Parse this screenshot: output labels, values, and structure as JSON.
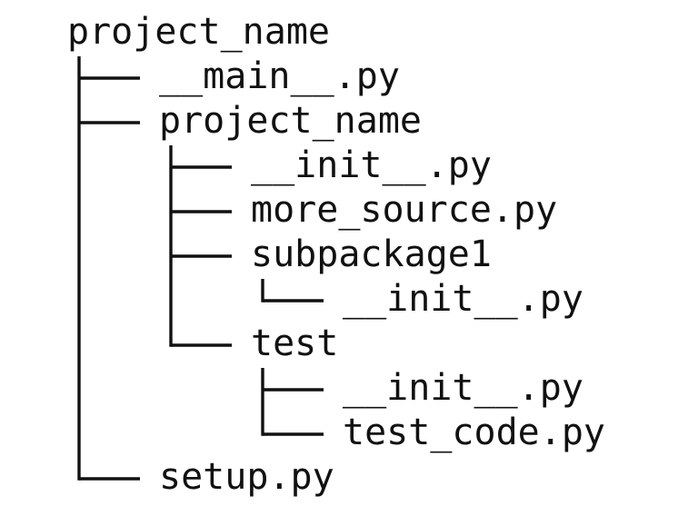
{
  "tree": {
    "name": "project_name",
    "children": [
      {
        "name": "__main__.py"
      },
      {
        "name": "project_name",
        "children": [
          {
            "name": "__init__.py"
          },
          {
            "name": "more_source.py"
          },
          {
            "name": "subpackage1",
            "children": [
              {
                "name": "__init__.py"
              }
            ]
          },
          {
            "name": "test",
            "children": [
              {
                "name": "__init__.py"
              },
              {
                "name": "test_code.py"
              }
            ]
          }
        ]
      },
      {
        "name": "setup.py"
      }
    ]
  }
}
